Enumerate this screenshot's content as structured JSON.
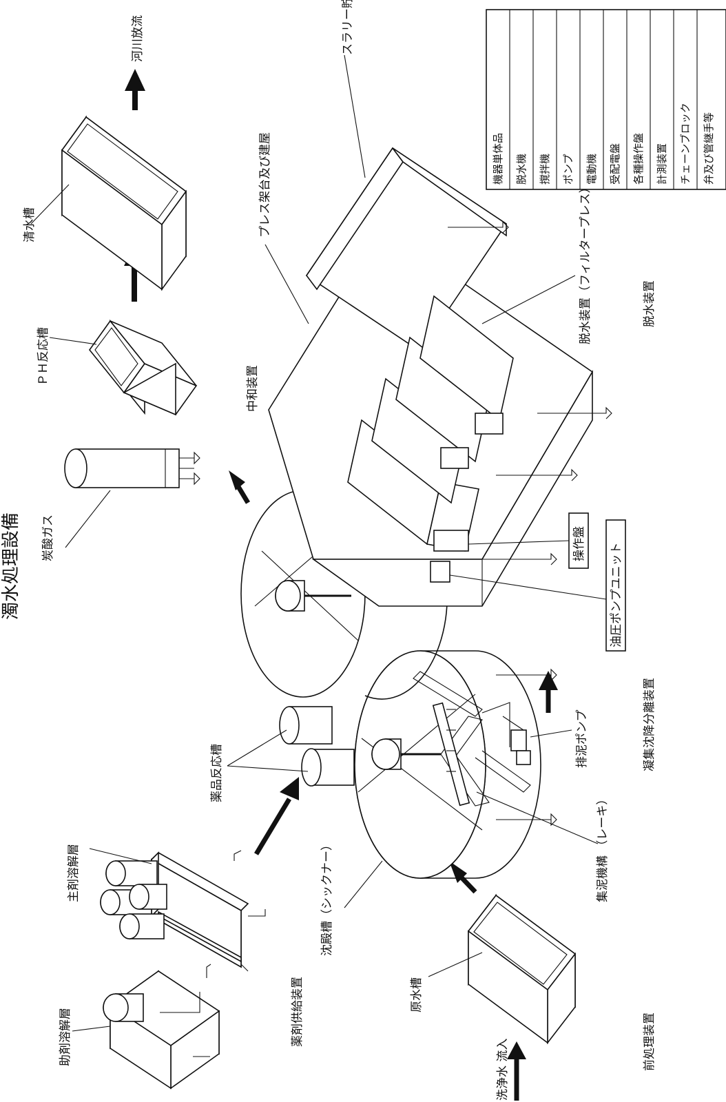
{
  "title": "濁水処理設備",
  "section_labels": {
    "pretreatment": "前処理装置",
    "chemical_supply": "薬剤供給装置",
    "coagulation": "凝集沈降分離装置",
    "neutralization": "中和装置",
    "dewatering": "脱水装置"
  },
  "callouts": {
    "inflow": "洗浄水 流入",
    "raw_water_tank": "原水槽",
    "aux_dissolve_tank": "助剤溶解層",
    "main_dissolve_tank": "主剤溶解層",
    "chemical_reaction_tank": "薬品反応槽",
    "settling_tank": "沈殿槽（シックナー）",
    "sludge_collector": "集泥機構 （レーキ）",
    "sludge_pump": "排泥ポンプ",
    "co2_gas": "炭酸ガス",
    "ph_tank": "ＰＨ反応槽",
    "clear_water_tank": "清水槽",
    "river_discharge": "河川放流",
    "press_building": "プレス架台及び建屋",
    "slurry_tank": "スラリー貯槽",
    "filter_press": "脱水装置（フィルタープレス）",
    "control_panel": "操作盤",
    "hydraulic_unit": "油圧ポンプユニット"
  },
  "equipment_list": [
    "機器単体品",
    "脱水機",
    "撹拌機",
    "ポンプ",
    "電動機",
    "受配電盤",
    "各種操作盤",
    "計測装置",
    "チェーンブロック",
    "弁及び管継手等"
  ]
}
